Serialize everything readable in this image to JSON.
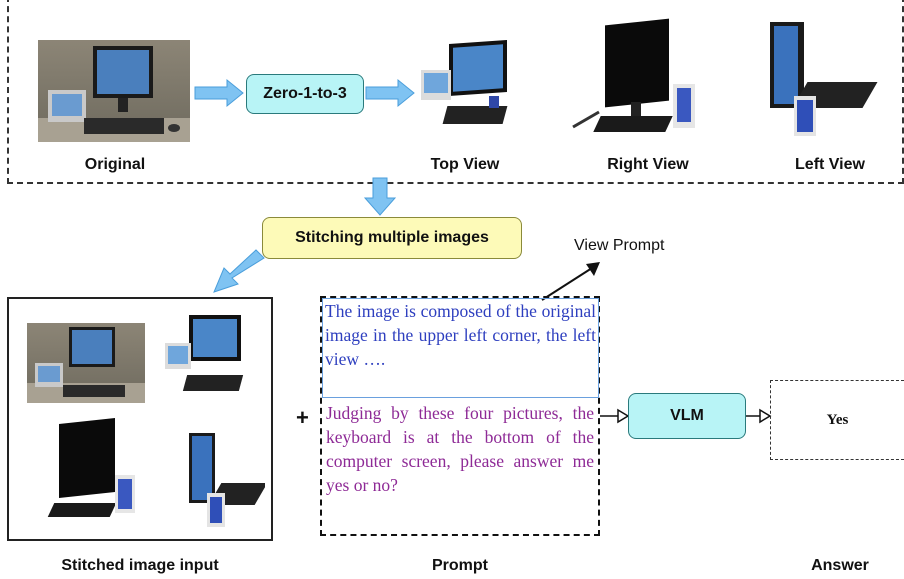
{
  "top_row": {
    "original_label": "Original",
    "top_view_label": "Top View",
    "right_view_label": "Right View",
    "left_view_label": "Left View",
    "zero123_label": "Zero-1-to-3"
  },
  "stitching": {
    "label": "Stitching multiple images"
  },
  "view_prompt_label": "View Prompt",
  "prompt": {
    "view_text": "The image is composed of the original image in the upper left corner, the left view ….",
    "question_text": "Judging by these four pictures, the keyboard is at the bottom of the computer screen, please answer me yes or no?"
  },
  "plus_sign": "+",
  "vlm_label": "VLM",
  "answer_text": "Yes",
  "bottom_labels": {
    "stitched": "Stitched image input",
    "prompt": "Prompt",
    "answer": "Answer"
  },
  "colors": {
    "arrow_fill": "#7fc3f2",
    "zero123_fill": "#b8f4f6",
    "stitch_fill": "#fdfab8",
    "vlm_fill": "#b8f4f6",
    "view_text": "#2e3fbf",
    "question_text": "#8e2a96"
  }
}
